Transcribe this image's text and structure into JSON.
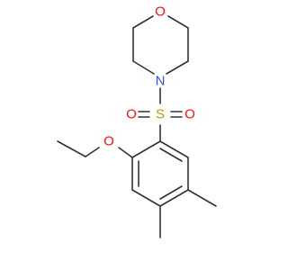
{
  "colors": {
    "background": "#ffffff",
    "bond": "#333333",
    "O": "#ff0d0d",
    "N": "#3050f8",
    "S": "#b2a200"
  },
  "atoms": [
    {
      "id": "o-morph",
      "element": "O",
      "label": "O"
    },
    {
      "id": "n-morph",
      "element": "N",
      "label": "N"
    },
    {
      "id": "s-sulfonyl",
      "element": "S",
      "label": "S"
    },
    {
      "id": "o-sulfonyl-left",
      "element": "O",
      "label": "O"
    },
    {
      "id": "o-sulfonyl-right",
      "element": "O",
      "label": "O"
    },
    {
      "id": "o-ether",
      "element": "O",
      "label": "O"
    }
  ]
}
